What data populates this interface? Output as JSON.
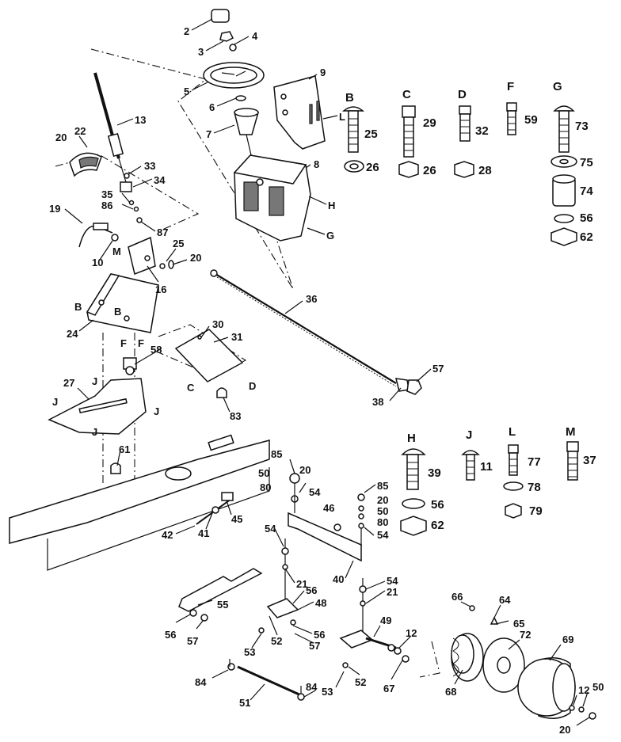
{
  "diagram": {
    "callouts": [
      {
        "id": "c2",
        "text": "2"
      },
      {
        "id": "c3",
        "text": "3"
      },
      {
        "id": "c4",
        "text": "4"
      },
      {
        "id": "c5",
        "text": "5"
      },
      {
        "id": "c6",
        "text": "6"
      },
      {
        "id": "c7",
        "text": "7"
      },
      {
        "id": "c8",
        "text": "8"
      },
      {
        "id": "c9",
        "text": "9"
      },
      {
        "id": "cL1",
        "text": "L"
      },
      {
        "id": "cH1",
        "text": "H"
      },
      {
        "id": "cG1",
        "text": "G"
      },
      {
        "id": "c13",
        "text": "13"
      },
      {
        "id": "c22",
        "text": "22"
      },
      {
        "id": "c20a",
        "text": "20"
      },
      {
        "id": "c33",
        "text": "33"
      },
      {
        "id": "c34",
        "text": "34"
      },
      {
        "id": "c35",
        "text": "35"
      },
      {
        "id": "c86",
        "text": "86"
      },
      {
        "id": "c87",
        "text": "87"
      },
      {
        "id": "c19",
        "text": "19"
      },
      {
        "id": "c10",
        "text": "10"
      },
      {
        "id": "cM1",
        "text": "M"
      },
      {
        "id": "c25a",
        "text": "25"
      },
      {
        "id": "c20b",
        "text": "20"
      },
      {
        "id": "c16",
        "text": "16"
      },
      {
        "id": "cB1",
        "text": "B"
      },
      {
        "id": "cB2",
        "text": "B"
      },
      {
        "id": "c24",
        "text": "24"
      },
      {
        "id": "cF1",
        "text": "F"
      },
      {
        "id": "cF2",
        "text": "F"
      },
      {
        "id": "c58",
        "text": "58"
      },
      {
        "id": "c30",
        "text": "30"
      },
      {
        "id": "c31",
        "text": "31"
      },
      {
        "id": "cC1",
        "text": "C"
      },
      {
        "id": "cD1",
        "text": "D"
      },
      {
        "id": "c83",
        "text": "83"
      },
      {
        "id": "c27",
        "text": "27"
      },
      {
        "id": "cJ1",
        "text": "J"
      },
      {
        "id": "cJ2",
        "text": "J"
      },
      {
        "id": "cJ3",
        "text": "J"
      },
      {
        "id": "cJ4",
        "text": "J"
      },
      {
        "id": "c61",
        "text": "61"
      },
      {
        "id": "c36",
        "text": "36"
      },
      {
        "id": "c38",
        "text": "38"
      },
      {
        "id": "c57a",
        "text": "57"
      },
      {
        "id": "c85a",
        "text": "85"
      },
      {
        "id": "c20c",
        "text": "20"
      },
      {
        "id": "c50a",
        "text": "50"
      },
      {
        "id": "c80a",
        "text": "80"
      },
      {
        "id": "c54a",
        "text": "54"
      },
      {
        "id": "c46",
        "text": "46"
      },
      {
        "id": "c85b",
        "text": "85"
      },
      {
        "id": "c20d",
        "text": "20"
      },
      {
        "id": "c50b",
        "text": "50"
      },
      {
        "id": "c80b",
        "text": "80"
      },
      {
        "id": "c54b",
        "text": "54"
      },
      {
        "id": "c54c",
        "text": "54"
      },
      {
        "id": "c21a",
        "text": "21"
      },
      {
        "id": "c40",
        "text": "40"
      },
      {
        "id": "c54d",
        "text": "54"
      },
      {
        "id": "c21b",
        "text": "21"
      },
      {
        "id": "c45",
        "text": "45"
      },
      {
        "id": "c41",
        "text": "41"
      },
      {
        "id": "c42",
        "text": "42"
      },
      {
        "id": "c56a",
        "text": "56"
      },
      {
        "id": "c48",
        "text": "48"
      },
      {
        "id": "c55",
        "text": "55"
      },
      {
        "id": "c56b",
        "text": "56"
      },
      {
        "id": "c57b",
        "text": "57"
      },
      {
        "id": "c52a",
        "text": "52"
      },
      {
        "id": "c53a",
        "text": "53"
      },
      {
        "id": "c56c",
        "text": "56"
      },
      {
        "id": "c57c",
        "text": "57"
      },
      {
        "id": "c49",
        "text": "49"
      },
      {
        "id": "c12a",
        "text": "12"
      },
      {
        "id": "c52b",
        "text": "52"
      },
      {
        "id": "c53b",
        "text": "53"
      },
      {
        "id": "c67",
        "text": "67"
      },
      {
        "id": "c68",
        "text": "68"
      },
      {
        "id": "c66",
        "text": "66"
      },
      {
        "id": "c64",
        "text": "64"
      },
      {
        "id": "c65",
        "text": "65"
      },
      {
        "id": "c72",
        "text": "72"
      },
      {
        "id": "c69",
        "text": "69"
      },
      {
        "id": "c12b",
        "text": "12"
      },
      {
        "id": "c50c",
        "text": "50"
      },
      {
        "id": "c20e",
        "text": "20"
      },
      {
        "id": "c84a",
        "text": "84"
      },
      {
        "id": "c51",
        "text": "51"
      },
      {
        "id": "c84b",
        "text": "84"
      }
    ],
    "hardware_legend": [
      {
        "id": "hB",
        "letter": "B",
        "items": [
          "25",
          "26"
        ]
      },
      {
        "id": "hC",
        "letter": "C",
        "items": [
          "29",
          "26"
        ]
      },
      {
        "id": "hD",
        "letter": "D",
        "items": [
          "32",
          "28"
        ]
      },
      {
        "id": "hF",
        "letter": "F",
        "items": [
          "59"
        ]
      },
      {
        "id": "hG",
        "letter": "G",
        "items": [
          "73",
          "75",
          "74",
          "56",
          "62"
        ]
      },
      {
        "id": "hH",
        "letter": "H",
        "items": [
          "39",
          "56",
          "62"
        ]
      },
      {
        "id": "hJ",
        "letter": "J",
        "items": [
          "11"
        ]
      },
      {
        "id": "hL",
        "letter": "L",
        "items": [
          "77",
          "78",
          "79"
        ]
      },
      {
        "id": "hM",
        "letter": "M",
        "items": [
          "37"
        ]
      }
    ]
  }
}
